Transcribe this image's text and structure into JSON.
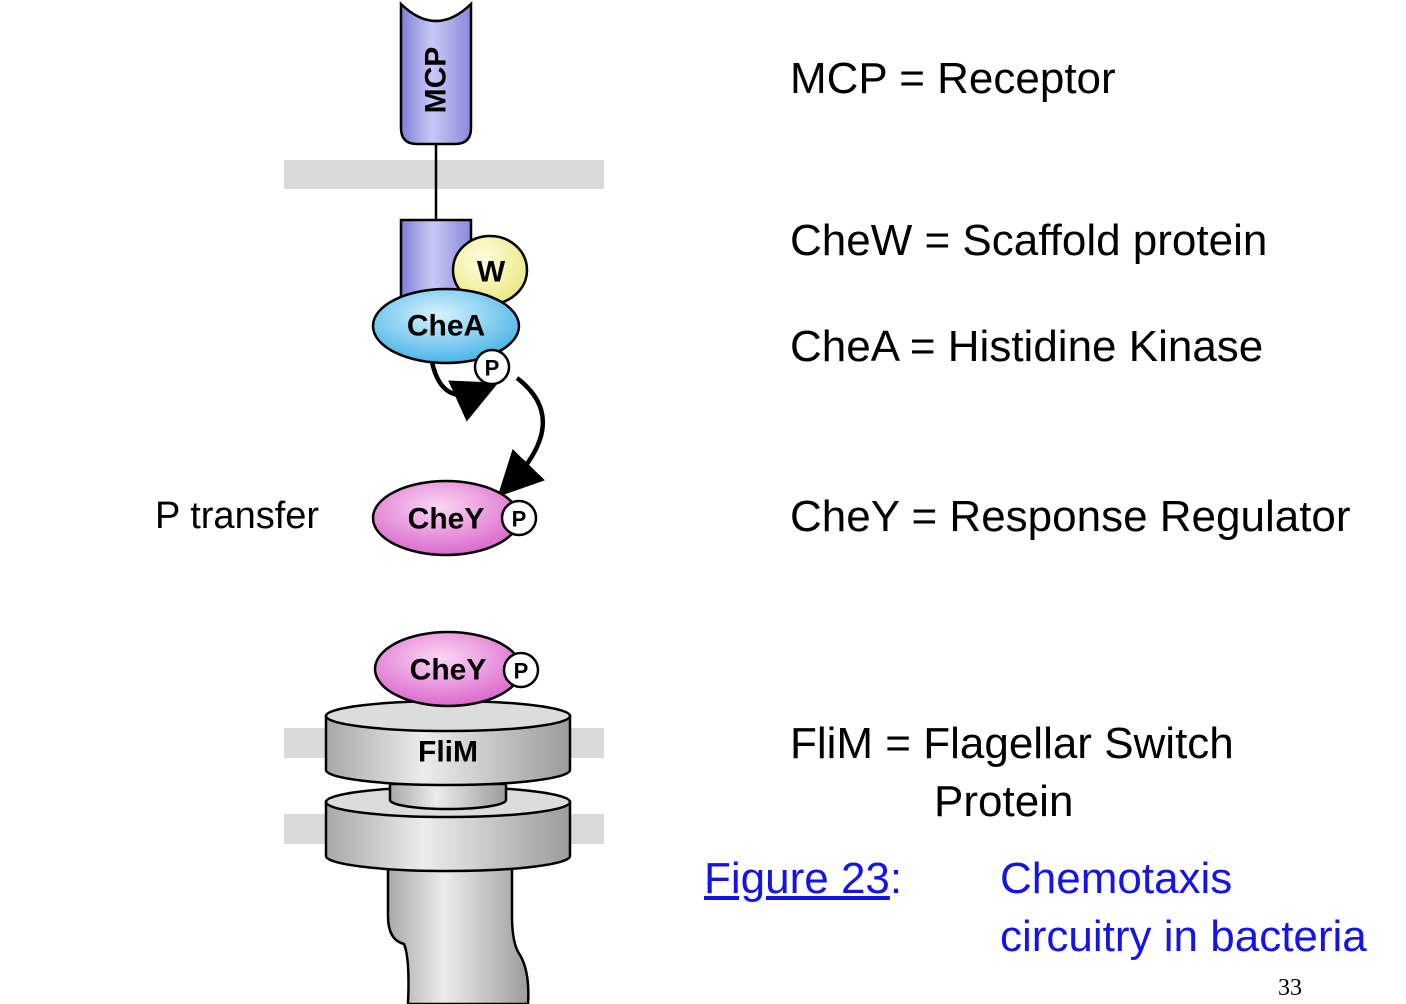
{
  "diagram": {
    "mcp_label": "MCP",
    "chew_label": "W",
    "chea_label": "CheA",
    "phospho_label": "P",
    "chey_label": "CheY",
    "flim_label": "FliM",
    "p_transfer_label": "P transfer",
    "colors": {
      "receptor": "#9a9ae6",
      "chew": "#f4f29a",
      "chea": "#6cc6ec",
      "chey": "#ea88dc",
      "membrane": "#d9d9d9",
      "motor": "#c8c8c8"
    }
  },
  "legend": {
    "mcp": "MCP = Receptor",
    "chew": "CheW = Scaffold protein",
    "chea": "CheA = Histidine Kinase",
    "chey": "CheY = Response Regulator",
    "flim_line1": "FliM = Flagellar Switch",
    "flim_line2": "Protein"
  },
  "figure": {
    "link_text": "Figure 23",
    "link_suffix": ":",
    "caption_line1": "Chemotaxis",
    "caption_line2": "circuitry in bacteria"
  },
  "page_number": "33"
}
